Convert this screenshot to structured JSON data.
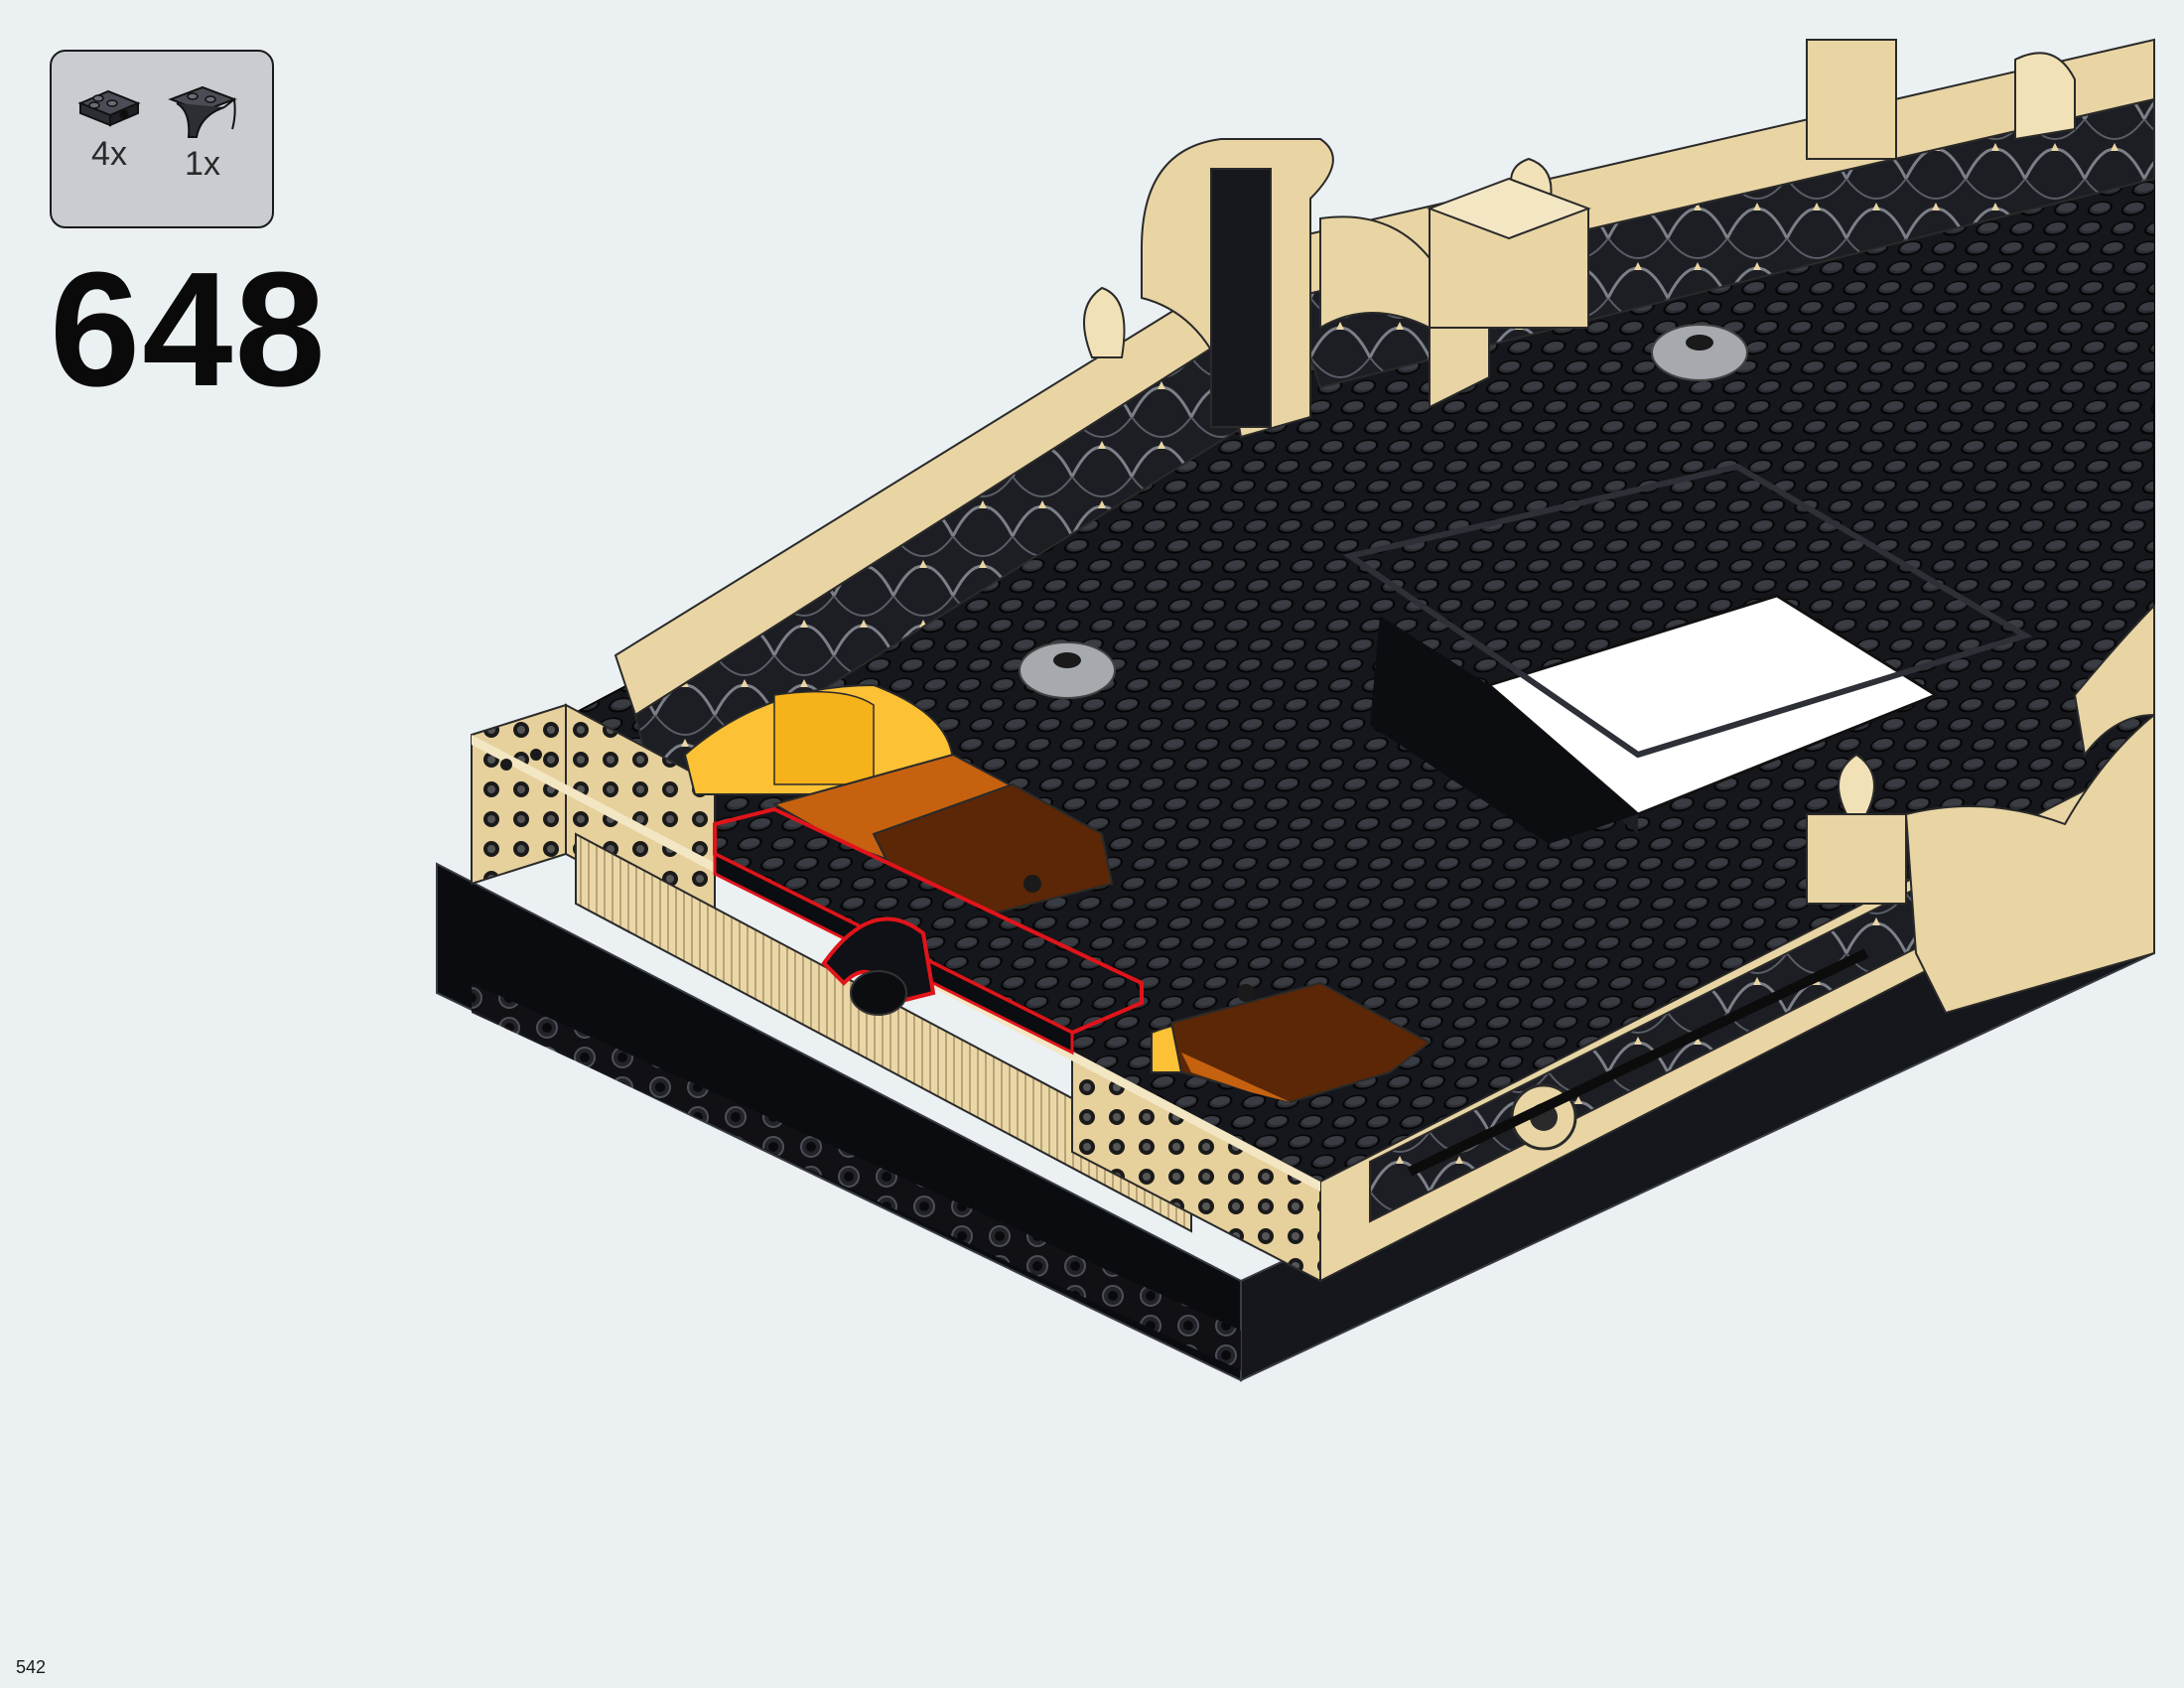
{
  "step": {
    "number": "648"
  },
  "parts": [
    {
      "icon": "plate-2x2-with-pin-hole-icon",
      "qty": "4x"
    },
    {
      "icon": "curved-mudguard-plate-icon",
      "qty": "1x"
    }
  ],
  "page": {
    "number": "542"
  },
  "colors": {
    "background": "#ebf0f3",
    "tan": "#e9d5a4",
    "black": "#0e0f14",
    "bright_light_orange": "#fcc135",
    "dark_orange": "#6a3108",
    "highlight_outline": "#e0141a"
  }
}
